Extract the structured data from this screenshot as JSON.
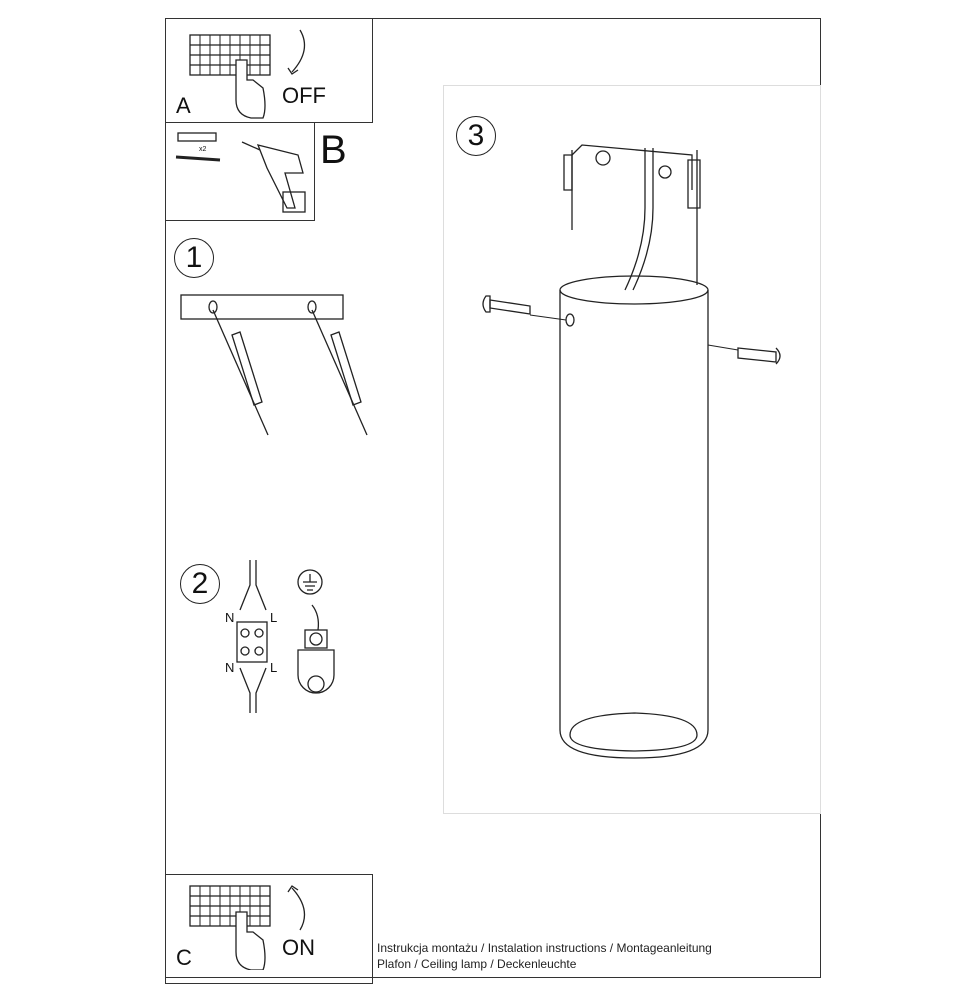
{
  "steps": {
    "a": {
      "letter": "A",
      "label": "OFF"
    },
    "b": {
      "letter": "B",
      "count": "x2"
    },
    "one": "1",
    "two": "2",
    "three": "3",
    "c": {
      "letter": "C",
      "label": "ON"
    }
  },
  "wiring": {
    "n_top": "N",
    "l_top": "L",
    "n_bottom": "N",
    "l_bottom": "L"
  },
  "footer": {
    "line1": "Instrukcja montażu / Instalation instructions / Montageanleitung",
    "line2": "Plafon / Ceiling lamp / Deckenleuchte"
  }
}
